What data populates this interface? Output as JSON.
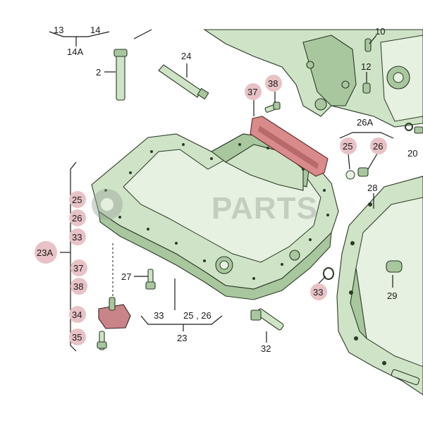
{
  "watermark": "PARTS",
  "colors": {
    "part_fill": "#cfe3c6",
    "part_shade": "#a9c79f",
    "highlight_circle": "#e8c2c6",
    "gasket": "#d98a8a"
  },
  "labels": {
    "l13": "13",
    "l14": "14",
    "l14a": "14A",
    "l2": "2",
    "l24": "24",
    "l10": "10",
    "l12": "12",
    "l37a": "37",
    "l38a": "38",
    "l26a": "26A",
    "l25a": "25",
    "l26b": "26",
    "l20": "20",
    "l28": "28",
    "l25b": "25",
    "l26c": "26",
    "l33a": "33",
    "l23a": "23A",
    "l37b": "37",
    "l38b": "38",
    "l34": "34",
    "l35": "35",
    "l27": "27",
    "l33b": "33",
    "l25c": "25 , 26",
    "l23": "23",
    "l32": "32",
    "l33c": "33",
    "l29": "29"
  }
}
